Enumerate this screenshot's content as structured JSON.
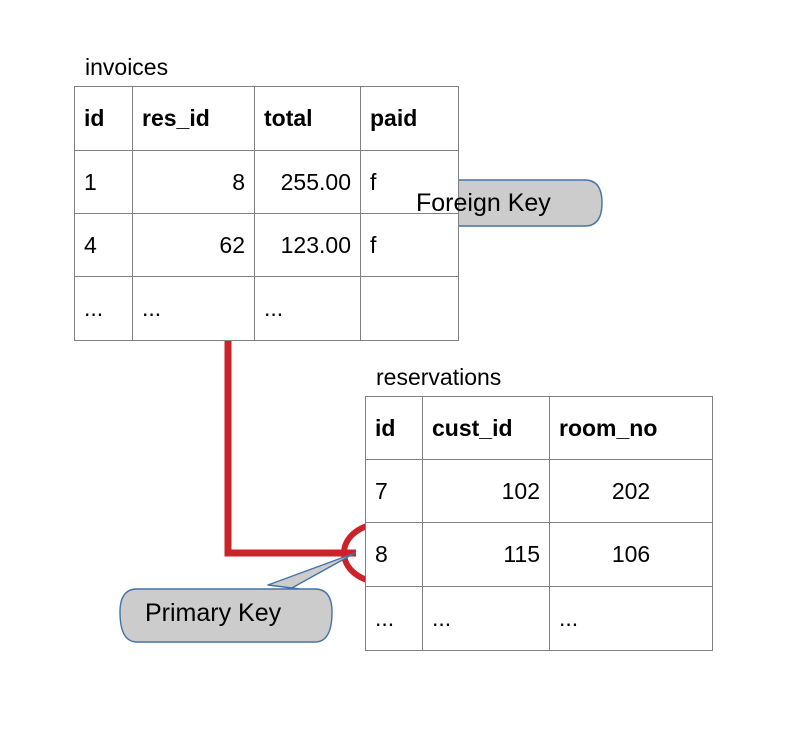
{
  "diagram": {
    "title": "Database foreign key / primary key relationship",
    "colors": {
      "highlight_red": "#cc2229",
      "callout_fill": "#cccccc",
      "callout_stroke": "#4472a8",
      "table_border": "#808080",
      "text": "#000000",
      "background": "#ffffff"
    }
  },
  "tables": [
    {
      "name": "invoices",
      "columns": [
        "id",
        "res_id",
        "total",
        "paid"
      ],
      "column_alignments": [
        "left",
        "right",
        "right",
        "left"
      ],
      "rows": [
        [
          "1",
          "8",
          "255.00",
          "f"
        ],
        [
          "4",
          "62",
          "123.00",
          "f"
        ],
        [
          "...",
          "...",
          "...",
          ""
        ]
      ]
    },
    {
      "name": "reservations",
      "columns": [
        "id",
        "cust_id",
        "room_no"
      ],
      "column_alignments": [
        "left",
        "right",
        "center"
      ],
      "rows": [
        [
          "7",
          "102",
          "202"
        ],
        [
          "8",
          "115",
          "106"
        ],
        [
          "...",
          "...",
          "..."
        ]
      ]
    }
  ],
  "annotations": [
    {
      "id": "foreign-key",
      "label": "Foreign Key",
      "points_to": "invoices.res_id value 8"
    },
    {
      "id": "primary-key",
      "label": "Primary Key",
      "points_to": "reservations.id value 8"
    }
  ],
  "highlights": [
    {
      "id": "fk-ellipse",
      "target": "invoices.res_id = 8"
    },
    {
      "id": "pk-ellipse",
      "target": "reservations.id = 8"
    }
  ],
  "relationship": {
    "from": "invoices.res_id",
    "to": "reservations.id",
    "matched_value": "8"
  }
}
